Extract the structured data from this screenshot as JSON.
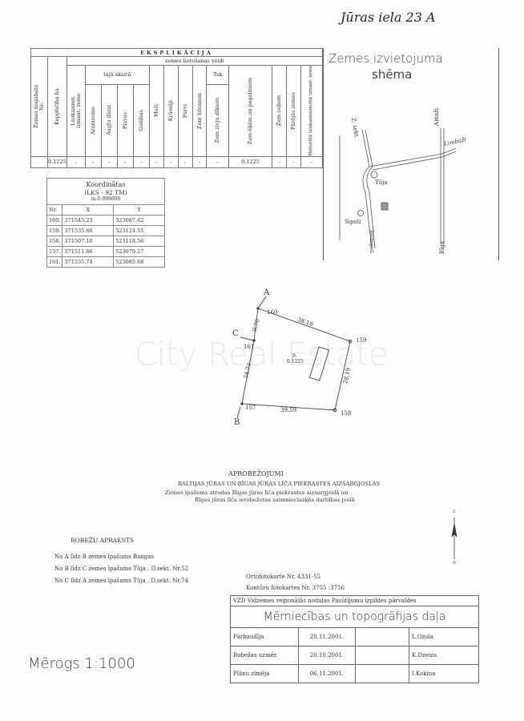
{
  "handwritten_note": "Jūras iela 23 A",
  "explication": {
    "title": "EKSPLIKĀCIJA",
    "group_header": "zemes lietošanas veidi",
    "subgroup_header": "tajā skaitā",
    "tsk_header": "Tsk",
    "columns": [
      "Zemes nogabalu Nr.",
      "Kopplatība ha",
      "Lauksaimn. izmant. zeme",
      "Aramzeme",
      "Augļu dārzi",
      "Pļavas",
      "Ganības",
      "Meži",
      "Krūmāji",
      "Purvi",
      "Zem ūdeņiem",
      "Zem zivju dīķiem",
      "Zem ēkām un pagalmiem",
      "Zem ceļiem",
      "Pārējās zemes",
      "Meliorētā lauksaimniecībā izmant. zeme"
    ],
    "row": [
      "",
      "0.1225",
      "-",
      "-",
      "-",
      "-",
      "-",
      "-",
      "-",
      "-",
      "-",
      "-",
      "0.1225",
      "-",
      "-",
      "-"
    ]
  },
  "coordinates": {
    "title": "Koordinātas",
    "system": "(LKS - 92  TM)",
    "scale_factor": "m-0.999608",
    "headers": [
      "Nr.",
      "X",
      "Y"
    ],
    "rows": [
      [
        "160.",
        "371545.23",
        "523087.62"
      ],
      [
        "159.",
        "371535.66",
        "523124.55"
      ],
      [
        "158.",
        "371507.10",
        "523118.56"
      ],
      [
        "157.",
        "371511.86",
        "523079.27"
      ],
      [
        "161.",
        "371535.74",
        "523085.68"
      ]
    ]
  },
  "location_scheme": {
    "title_line1": "Zemes izvietojuma",
    "title_line2": "shēma",
    "labels": {
      "z_sekt": "Z. sekt.",
      "ainazi": "Ainaži",
      "limbazi": "Limbaži",
      "tuja": "Tūja",
      "sipoli": "Sipoli",
      "jaunupeli": "Jaunupeli",
      "riga": "Rīga"
    }
  },
  "plot": {
    "points": {
      "p160": "160",
      "p159": "159",
      "p158": "158",
      "p157": "157",
      "p161": "161"
    },
    "directions": {
      "a": "A",
      "b": "B",
      "c": "C"
    },
    "lengths": {
      "l160_159": "38.18",
      "l159_158": "28.19",
      "l158_157": "39.59",
      "l157_161": "24.73",
      "l161_160": "9.70"
    },
    "parcel_label": "p.",
    "parcel_area": "0.1225"
  },
  "watermark": "City Real Estate",
  "restrictions": {
    "title": "APROBEŽOJUMI",
    "subtitle": "BALTIJAS JŪRAS UN RĪGAS JŪRAS LĪČA PIEKRASTES AIZSARGJOSLAS",
    "line1": "Zemes īpašums atrodas Rīgas jūras līča piekrastes aizsargjoslā un",
    "line2": "Rīgas jūras līča ierobežotas saimniecīaskās darbības joslā"
  },
  "boundaries": {
    "title": "ROBEŽU APRAKSTS",
    "items": [
      "No A līdz B zemes īpašums Bangas",
      "No B līdz C zemes īpašums Tūja , D.sekt. Nr.52",
      "No C līdz A zemes īpašums Tūja , D.sekt. Nr.74"
    ]
  },
  "north_arrow": {
    "n": "Z",
    "s": "D"
  },
  "photo_maps": {
    "ortho": "Ortofotokarte Nr. 4331-55",
    "contour": "Kontūru fotokartes Nr. 3755 :3756"
  },
  "title_block": {
    "org": "VZD Vidzemes reģionālās nodaļas Pasūtījumu izpildes pārvaldes",
    "department": "Mērniecības un topogrāfijas daļa",
    "rows": [
      [
        "Pārbaudīja",
        "20.11.2001.",
        "",
        "L.Ozola"
      ],
      [
        "Robežas uzmēr.",
        "20.10.2001.",
        "",
        "K.Dzenis"
      ],
      [
        "Plānu zīmēja",
        "06.11.2001.",
        "",
        "I.Kokina"
      ]
    ]
  },
  "scale": "Mērogs  1:1000"
}
